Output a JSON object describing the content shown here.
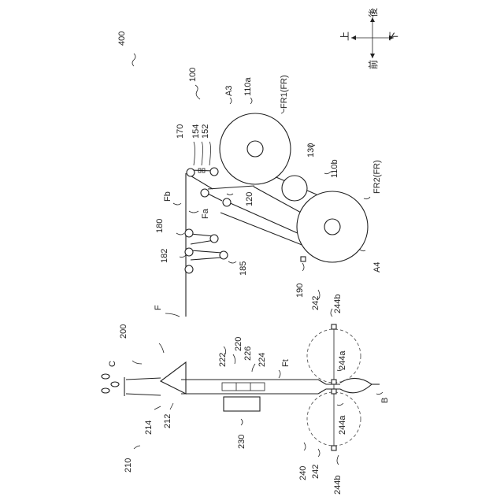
{
  "labels": {
    "n400": "400",
    "n100": "100",
    "A3": "A3",
    "n110a": "110a",
    "FR1": "FR1(FR)",
    "n130": "130",
    "n110b": "110b",
    "FR2": "FR2(FR)",
    "n120": "120",
    "A4": "A4",
    "n170": "170",
    "n154": "154",
    "n152": "152",
    "Fb": "Fb",
    "Fa": "Fa",
    "n180": "180",
    "n182": "182",
    "n185": "185",
    "F": "F",
    "n190": "190",
    "n242a": "242",
    "n244b_top": "244b",
    "n200": "200",
    "C": "C",
    "n220": "220",
    "n222": "222",
    "n226": "226",
    "n224": "224",
    "Ft": "Ft",
    "n244a_top": "244a",
    "n244a_bot": "244a",
    "B": "B",
    "n210": "210",
    "n214": "214",
    "n212": "212",
    "n230": "230",
    "n240": "240",
    "n242b": "242",
    "n244b_bot": "244b"
  },
  "compass": {
    "up": "上",
    "down": "下",
    "front": "前",
    "back": "後"
  }
}
